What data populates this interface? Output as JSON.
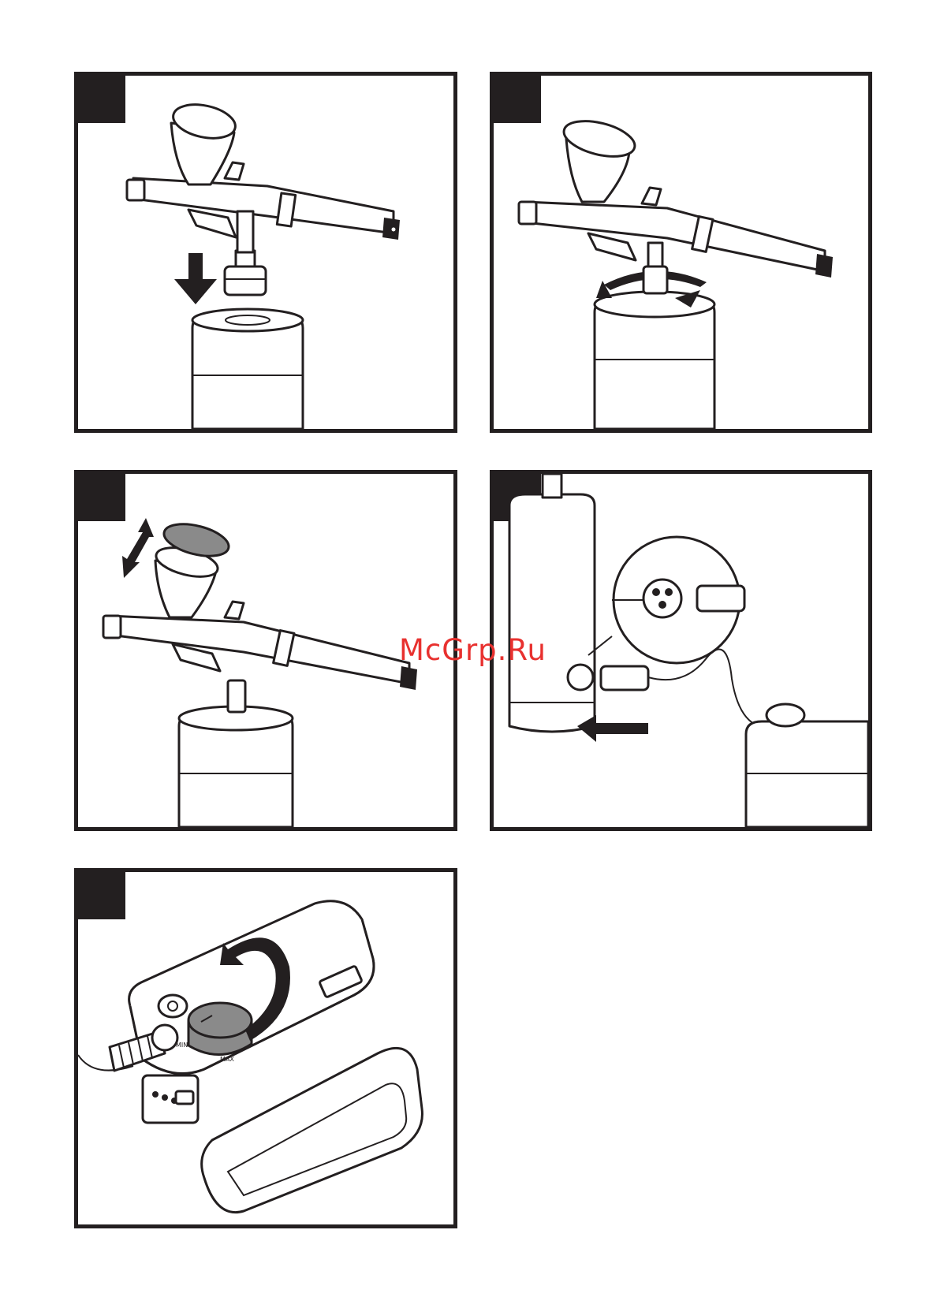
{
  "watermark": {
    "text": "McGrp.Ru",
    "color": "#e8312f"
  },
  "panels": [
    {
      "id": 1,
      "scene": "airbrush-attach-to-base",
      "arrow": "down"
    },
    {
      "id": 2,
      "scene": "airbrush-twist-lock",
      "arrow": "rotate"
    },
    {
      "id": 3,
      "scene": "cup-lid-open-close",
      "arrow": "up-down"
    },
    {
      "id": 4,
      "scene": "connect-cable-to-base",
      "arrow": "left"
    },
    {
      "id": 5,
      "scene": "compressor-adjust-knob",
      "arrow": "rotate",
      "label_min": "MIN",
      "label_max": "MAX"
    }
  ]
}
